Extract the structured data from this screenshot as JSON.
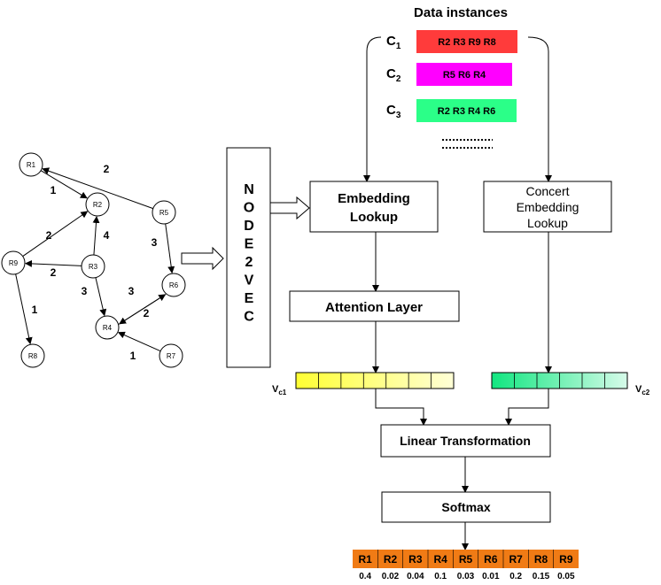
{
  "header": {
    "title": "Data instances"
  },
  "classes": [
    {
      "label": "C",
      "sub": "1",
      "items": [
        "R2",
        "R3",
        "R9",
        "R8"
      ],
      "color": "#ff3b3b"
    },
    {
      "label": "C",
      "sub": "2",
      "items": [
        "R5",
        "R6",
        "R4"
      ],
      "color": "#ff00ff"
    },
    {
      "label": "C",
      "sub": "3",
      "items": [
        "R2",
        "R3",
        "R4",
        "R6"
      ],
      "color": "#2bff88"
    }
  ],
  "graph": {
    "nodes": [
      "R1",
      "R2",
      "R3",
      "R4",
      "R5",
      "R6",
      "R7",
      "R8",
      "R9"
    ],
    "edges": [
      {
        "from": "R1",
        "to": "R2",
        "weight": "1"
      },
      {
        "from": "R5",
        "to": "R1",
        "weight": "2"
      },
      {
        "from": "R3",
        "to": "R2",
        "weight": "4"
      },
      {
        "from": "R9",
        "to": "R2",
        "weight": "2"
      },
      {
        "from": "R3",
        "to": "R9",
        "weight": "2"
      },
      {
        "from": "R9",
        "to": "R8",
        "weight": "1"
      },
      {
        "from": "R3",
        "to": "R4",
        "weight": "3"
      },
      {
        "from": "R5",
        "to": "R6",
        "weight": "3"
      },
      {
        "from": "R6",
        "to": "R4",
        "weight": "3"
      },
      {
        "from": "R4",
        "to": "R6",
        "weight": "2"
      },
      {
        "from": "R7",
        "to": "R4",
        "weight": "1"
      }
    ]
  },
  "node2vec": {
    "label": "NODE2VEC"
  },
  "boxes": {
    "embedding_lookup": [
      "Embedding",
      "Lookup"
    ],
    "concert_embedding_lookup": [
      "Concert",
      "Embedding",
      "Lookup"
    ],
    "attention_layer": "Attention Layer",
    "linear_transformation": "Linear Transformation",
    "softmax": "Softmax"
  },
  "vectors": {
    "vc1": {
      "label": "V",
      "sub": "c1",
      "color": "#ffff66"
    },
    "vc2": {
      "label": "V",
      "sub": "c2",
      "color": "#33ee99"
    }
  },
  "output": {
    "color": "#f07b15",
    "headers": [
      "R1",
      "R2",
      "R3",
      "R4",
      "R5",
      "R6",
      "R7",
      "R8",
      "R9"
    ],
    "values": [
      "0.4",
      "0.02",
      "0.04",
      "0.1",
      "0.03",
      "0.01",
      "0.2",
      "0.15",
      "0.05"
    ]
  }
}
